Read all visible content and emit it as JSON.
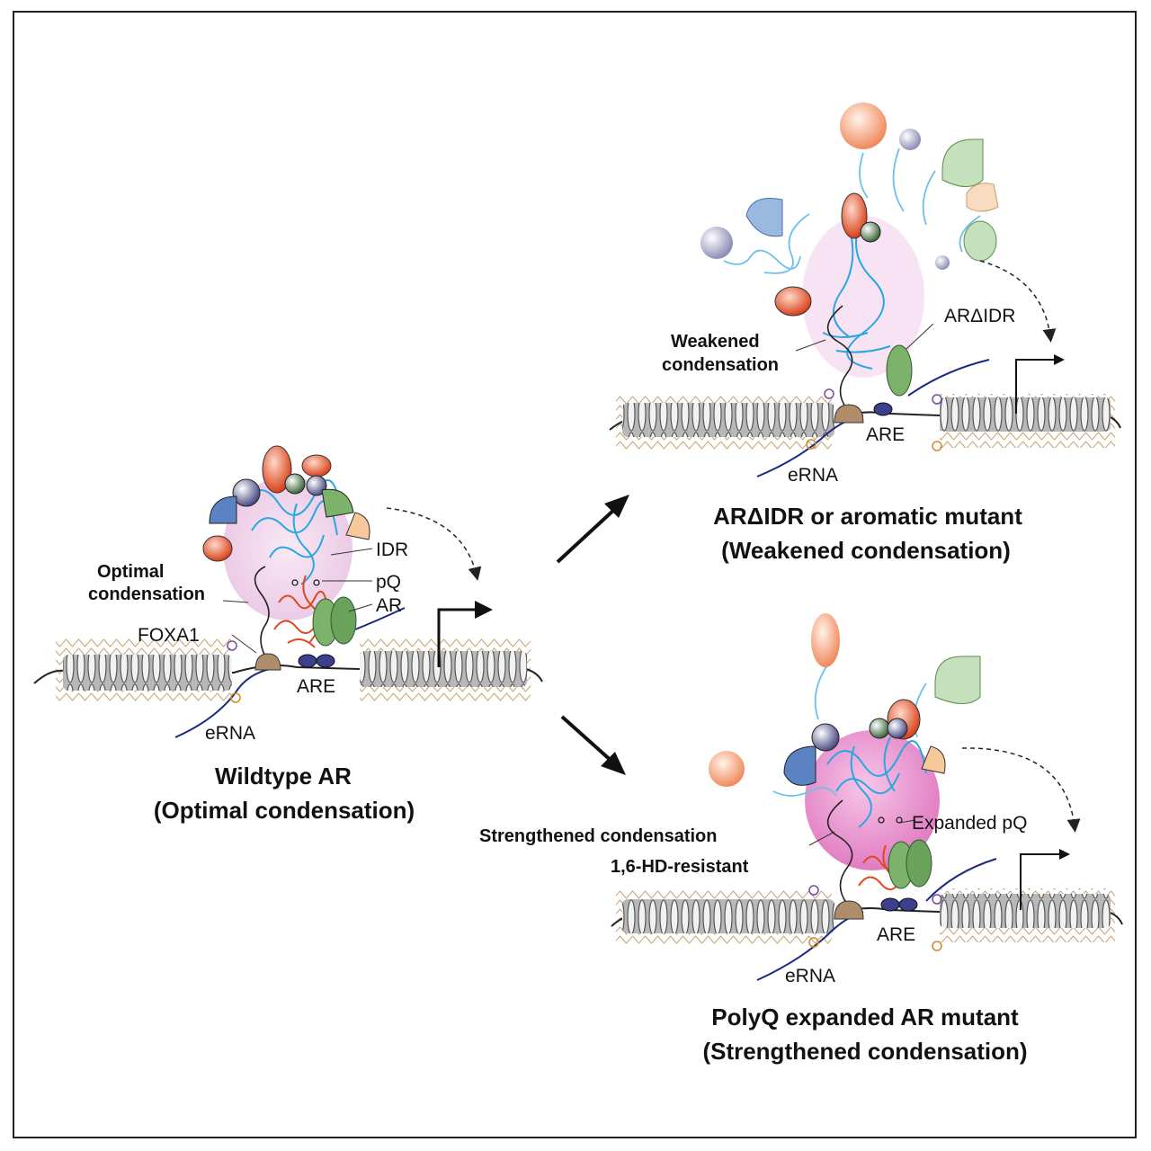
{
  "panels": {
    "wildtype": {
      "optimal_label_1": "Optimal",
      "optimal_label_2": "condensation",
      "idr": "IDR",
      "pq": "pQ",
      "ar": "AR",
      "foxa1": "FOXA1",
      "are": "ARE",
      "erna": "eRNA",
      "caption_1": "Wildtype AR",
      "caption_2": "(Optimal condensation)"
    },
    "weakened": {
      "label_1": "Weakened",
      "label_2": "condensation",
      "ardidr": "ARΔIDR",
      "are": "ARE",
      "erna": "eRNA",
      "caption_1": "ARΔIDR or aromatic mutant",
      "caption_2": "(Weakened condensation)"
    },
    "strengthened": {
      "label_1": "Strengthened condensation",
      "label_2": "1,6-HD-resistant",
      "expanded_pq": "Expanded pQ",
      "are": "ARE",
      "erna": "eRNA",
      "caption_1": "PolyQ expanded AR mutant",
      "caption_2": "(Strengthened condensation)"
    }
  },
  "colors": {
    "condensate_light": "#f3dcef",
    "condensate_strong": "#ec9fd4",
    "idr_blue": "#2aa7e0",
    "pq_red": "#e0481e",
    "ar_green": "#7cb26a",
    "erna_navy": "#1a2a80",
    "nucleosome": "#9b9b9b"
  }
}
